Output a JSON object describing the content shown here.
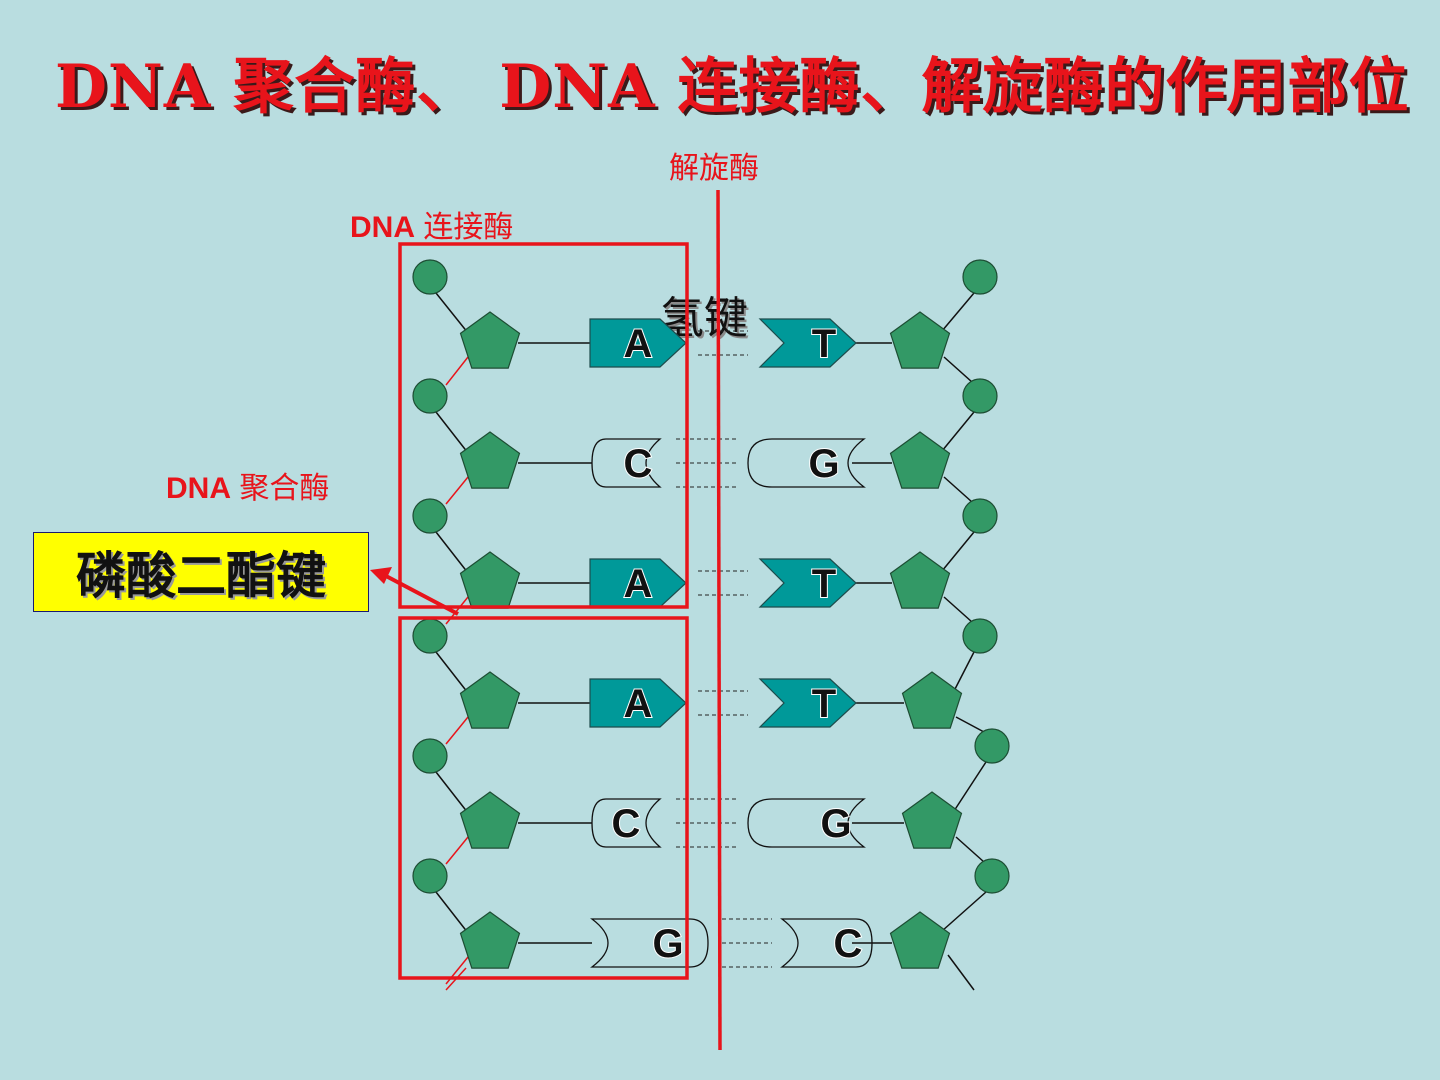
{
  "title": "DNA 聚合酶、 DNA 连接酶、解旋酶的作用部位",
  "labels": {
    "helicase": "解旋酶",
    "ligase_prefix": "DNA",
    "ligase_name": "连接酶",
    "polymerase_prefix": "DNA",
    "polymerase_name": "聚合酶",
    "hydrogen_bond": "氢键",
    "phosphodiester_bond": "磷酸二酯键"
  },
  "base_pairs": [
    {
      "left": "A",
      "right": "T"
    },
    {
      "left": "C",
      "right": "G"
    },
    {
      "left": "A",
      "right": "T"
    },
    {
      "left": "A",
      "right": "T"
    },
    {
      "left": "C",
      "right": "G"
    },
    {
      "left": "G",
      "right": "C"
    }
  ],
  "colors": {
    "background": "#b9dde0",
    "accent_red": "#e8141b",
    "nucleotide_green": "#339966",
    "purine_teal": "#009999",
    "callout_yellow": "#ffff00"
  }
}
